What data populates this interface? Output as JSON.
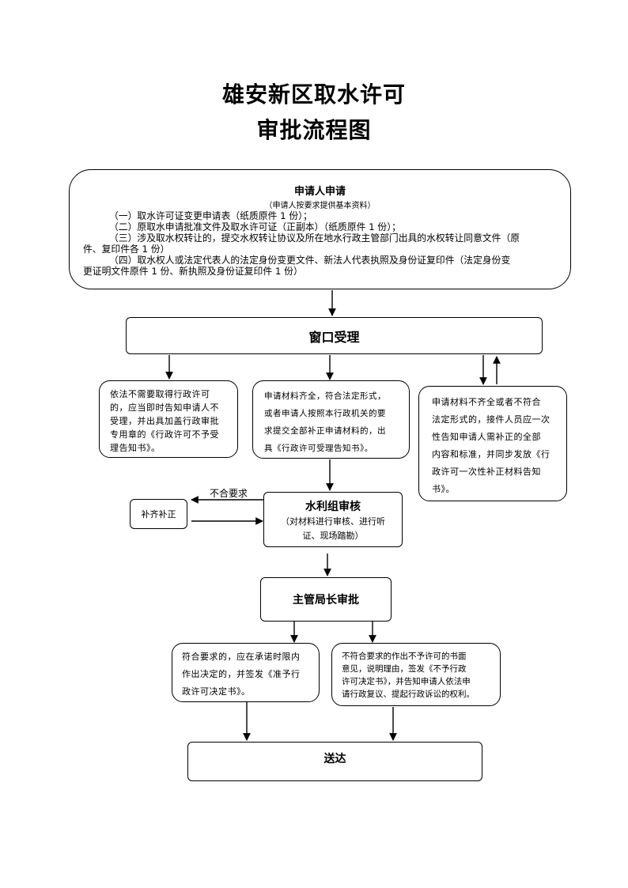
{
  "title": {
    "line1": "雄安新区取水许可",
    "line2": "审批流程图"
  },
  "apply": {
    "heading": "申请人申请",
    "subheading": "（申请人按要求提供基本资料）",
    "lines": [
      "（一）取水许可证变更申请表（纸质原件 1 份）；",
      "（二）原取水申请批准文件及取水许可证（正副本）（纸质原件 1 份）；",
      "（三）涉及取水权转让的，提交水权转让协议及所在地水行政主管部门出具的水权转让同意文件（原",
      "件、复印件各 1 份）",
      "（四）取水权人或法定代表人的法定身份变更文件、新法人代表执照及身份证复印件（法定身份变",
      "更证明文件原件 1 份、新执照及身份证复印件 1 份）"
    ]
  },
  "window": {
    "label": "窗口受理"
  },
  "branch_left": {
    "lines": [
      "依法不需要取得行政许可",
      "的，应当即时告知申请人不",
      "受理，并出具加盖行政审批",
      "专用章的《行政许可不予受",
      "理告知书》。"
    ]
  },
  "branch_mid": {
    "lines": [
      "申请材料齐全，符合法定形式，",
      "或者申请人按照本行政机关的要",
      "求提交全部补正申请材料的，出",
      "具《行政许可受理告知书》。"
    ]
  },
  "branch_right": {
    "lines": [
      "申请材料不齐全或者不符合",
      "法定形式的，接件人员应一次",
      "性告知申请人需补正的全部",
      "内容和标准，并同步发放《行",
      "政许可一次性补正材料告知",
      "书》。"
    ]
  },
  "supplement": {
    "label": "补齐补正"
  },
  "not_meet": {
    "label": "不合要求"
  },
  "review": {
    "heading": "水利组审核",
    "lines": [
      "（对材料进行审核、进行听",
      "证、现场踏勘）"
    ]
  },
  "director": {
    "label": "主管局长审批"
  },
  "approve": {
    "lines": [
      "符合要求的，应在承诺时限内",
      "作出决定的，并签发《准予行",
      "政许可决定书》。"
    ]
  },
  "reject": {
    "lines": [
      "不符合要求的作出不予许可的书面",
      "意见，说明理由，签发《不予行政",
      "许可决定书》，并告知申请人依法申",
      "请行政复议、提起行政诉讼的权利。"
    ]
  },
  "deliver": {
    "label": "送达"
  }
}
